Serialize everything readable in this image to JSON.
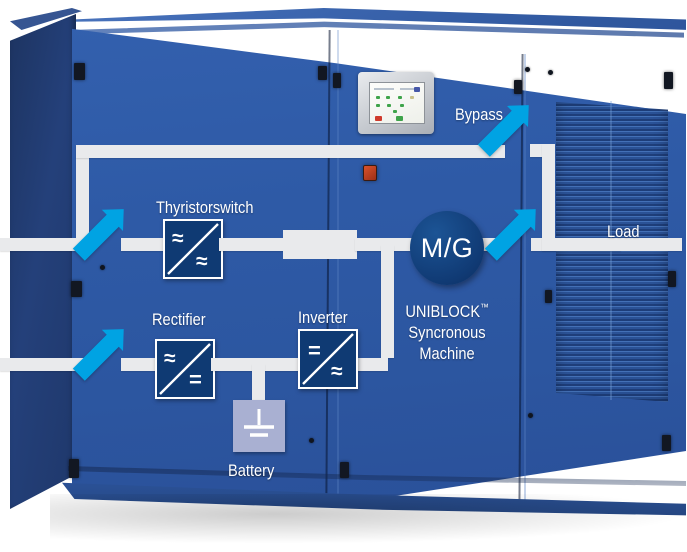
{
  "figure": {
    "title": "UPS rotary system single-line diagram over cabinet photo",
    "subject": "UNIBLOCK rotary UPS cabinet with overlaid power flow diagram"
  },
  "colors": {
    "cabinet_front": "#2e5aa6",
    "cabinet_side": "#1f386b",
    "wire": "#e9eaec",
    "converter_fill": "#0f3a73",
    "arrow_cyan": "#00a3e3",
    "machine_circle": "#103a74",
    "battery_fill": "#a9b0d2",
    "label_text": "#ffffff"
  },
  "labels": {
    "bypass": "Bypass",
    "thyristorswitch": "Thyristorswitch",
    "load": "Load",
    "rectifier": "Rectifier",
    "inverter": "Inverter",
    "battery": "Battery",
    "machine_symbol": "M/G",
    "machine_line1": "UNIBLOCK",
    "machine_tm": "™",
    "machine_line2": "Syncronous",
    "machine_line3": "Machine"
  },
  "symbols": {
    "ac": "≈",
    "dc": "=",
    "battery_cell": "battery-cell-symbol"
  },
  "blocks": [
    {
      "id": "thyristorswitch",
      "type": "ac-ac-static-switch",
      "top_symbol": "≈",
      "bottom_symbol": "≈"
    },
    {
      "id": "rectifier",
      "type": "ac-dc-converter",
      "top_symbol": "≈",
      "bottom_symbol": "="
    },
    {
      "id": "inverter",
      "type": "dc-ac-converter",
      "top_symbol": "=",
      "bottom_symbol": "≈"
    },
    {
      "id": "machine",
      "type": "motor-generator",
      "label": "M/G"
    },
    {
      "id": "battery",
      "type": "battery-bank",
      "label": "Battery"
    }
  ],
  "flow_arrows": [
    {
      "id": "bypass-input",
      "direction": "up-right"
    },
    {
      "id": "mains-input",
      "direction": "up-right"
    },
    {
      "id": "rectifier-input",
      "direction": "up-right"
    },
    {
      "id": "bypass-output",
      "direction": "up-right"
    },
    {
      "id": "load-output",
      "direction": "up-right"
    }
  ]
}
